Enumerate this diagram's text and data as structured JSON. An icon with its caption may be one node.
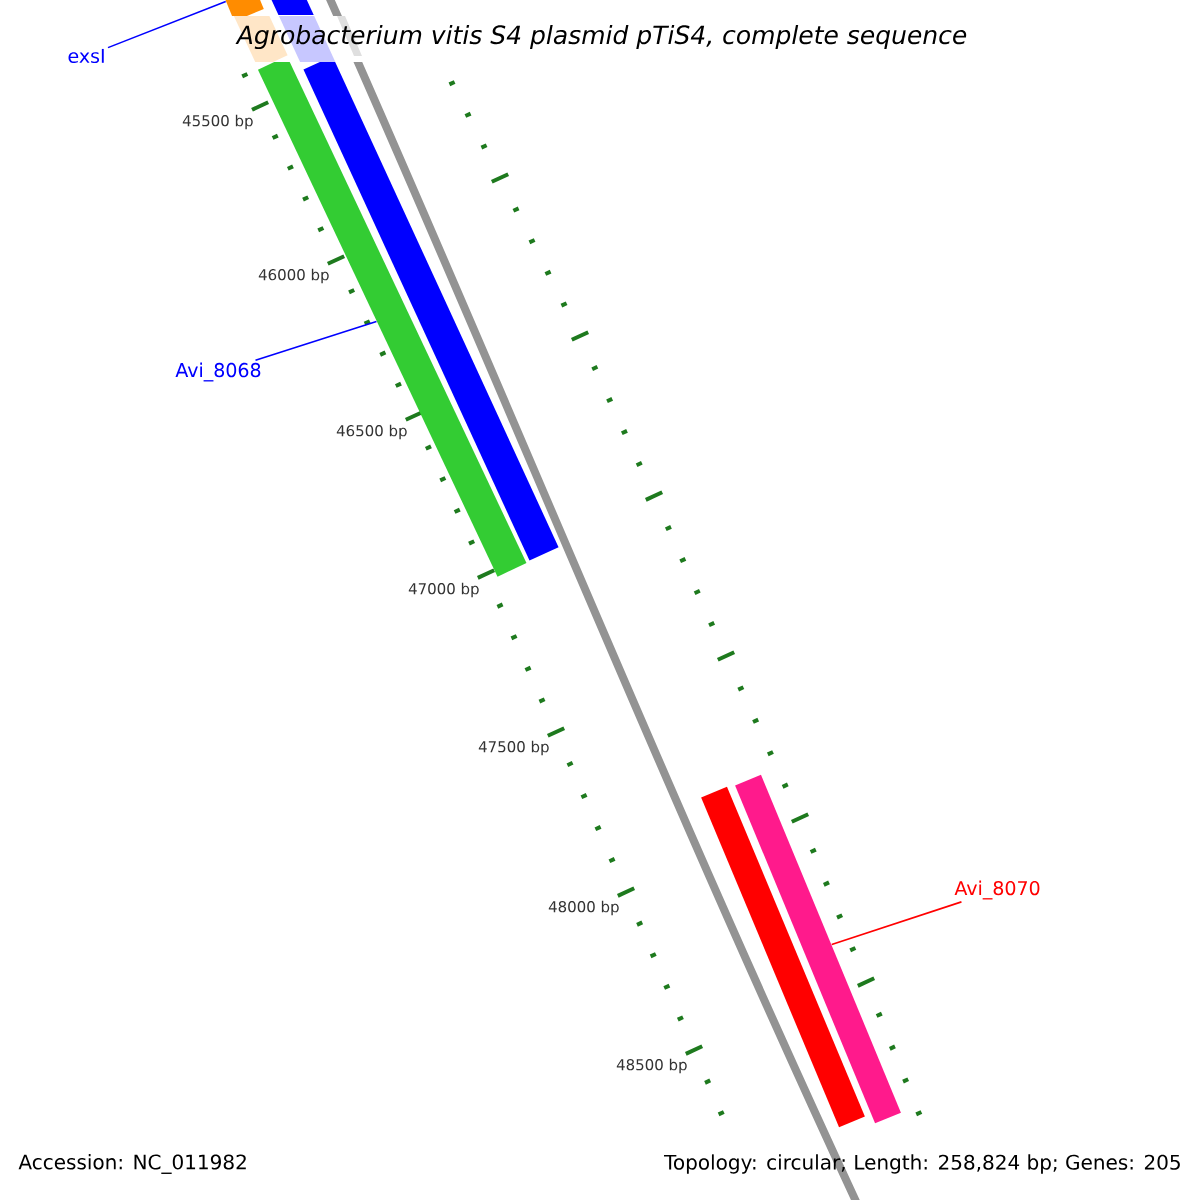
{
  "diagram": {
    "title": "Agrobacterium vitis S4 plasmid pTiS4, complete sequence",
    "nodes": [
      {
        "text": [
          "exsI"
        ]
      },
      {
        "text": [],
        "shape": "bar"
      },
      {
        "text": [
          "Avi_8068"
        ]
      },
      {
        "text": [],
        "shape": "bar"
      },
      {
        "text": [],
        "shape": "bar"
      },
      {
        "text": [],
        "shape": "bar"
      },
      {
        "text": [],
        "shape": "bar"
      },
      {
        "text": [
          "Avi_8070"
        ]
      }
    ],
    "edges": [
      {
        "from": 0,
        "to": 1,
        "arrow": "none",
        "color": "#0000ff"
      },
      {
        "from": 2,
        "to": 3,
        "arrow": "none",
        "color": "#0000ff"
      },
      {
        "from": 7,
        "to": 6,
        "arrow": "none",
        "color": "#ff0000"
      }
    ],
    "labels": [
      "45500 bp",
      "46000 bp",
      "46500 bp",
      "47000 bp",
      "47500 bp",
      "48000 bp",
      "48500 bp",
      "Accession: NC_011982",
      "Topology: circular; Length: 258,824 bp; Genes: 205"
    ]
  }
}
